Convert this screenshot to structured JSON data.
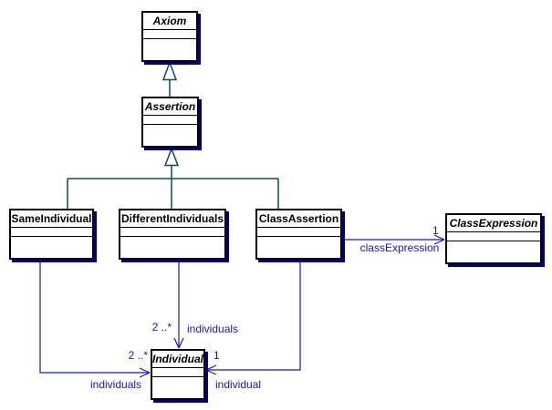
{
  "colors": {
    "association": "#1515cd",
    "generalization": "#0d4d4d",
    "box_shadow": "#000084",
    "box_border": "#000000",
    "background": "#ffffff"
  },
  "classes": [
    {
      "name": "Axiom",
      "abstract": true
    },
    {
      "name": "Assertion",
      "abstract": true
    },
    {
      "name": "SameIndividual",
      "abstract": false
    },
    {
      "name": "DifferentIndividuals",
      "abstract": false
    },
    {
      "name": "ClassAssertion",
      "abstract": false
    },
    {
      "name": "ClassExpression",
      "abstract": true
    },
    {
      "name": "Individual",
      "abstract": true
    }
  ],
  "generalizations": [
    {
      "from": "Assertion",
      "to": "Axiom"
    },
    {
      "from": "SameIndividual",
      "to": "Assertion"
    },
    {
      "from": "DifferentIndividuals",
      "to": "Assertion"
    },
    {
      "from": "ClassAssertion",
      "to": "Assertion"
    }
  ],
  "associations": [
    {
      "from": "ClassAssertion",
      "to": "ClassExpression",
      "label": "classExpression",
      "multiplicity": "1"
    },
    {
      "from": "DifferentIndividuals",
      "to": "Individual",
      "label": "individuals",
      "multiplicity": "2 ..*"
    },
    {
      "from": "SameIndividual",
      "to": "Individual",
      "label": "individuals",
      "multiplicity": "2 ..*"
    },
    {
      "from": "ClassAssertion",
      "to": "Individual",
      "label": "individual",
      "multiplicity": "1"
    }
  ]
}
